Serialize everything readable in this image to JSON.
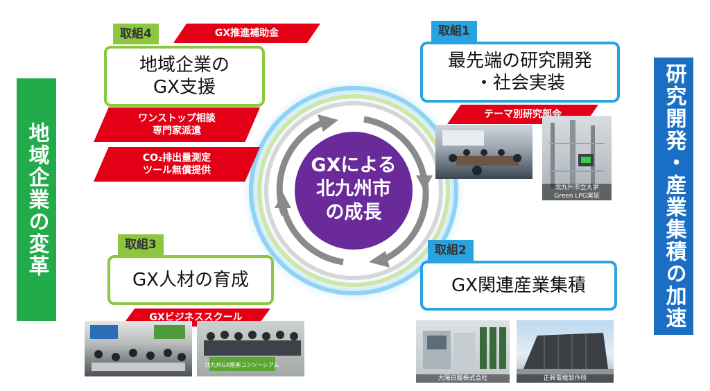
{
  "left_band": {
    "text": "地域企業の変革"
  },
  "right_band": {
    "text": "研究開発・産業集積の加速"
  },
  "center": {
    "line1": "GXによる",
    "line2": "北九州市",
    "line3": "の成長"
  },
  "initiative4": {
    "tag": "取組4",
    "title_line1": "地域企業の",
    "title_line2": "GX支援",
    "ribbon": "GX推進補助金",
    "ribbon2_line1": "ワンストップ相談",
    "ribbon2_line2": "専門家派遣",
    "ribbon3_line1": "CO₂排出量測定",
    "ribbon3_line2": "ツール無償提供"
  },
  "initiative1": {
    "tag": "取組1",
    "title_line1": "最先端の研究開発",
    "title_line2": "・社会実装",
    "ribbon": "テーマ別研究部会",
    "photo2_caption_line1": "北九州市立大学",
    "photo2_caption_line2": "Green LPG実証"
  },
  "initiative3": {
    "tag": "取組3",
    "title": "GX人材の育成",
    "ribbon": "GXビジネススクール",
    "photo2_banner": "北九州GX推進コンソーシアム"
  },
  "initiative2": {
    "tag": "取組2",
    "title": "GX関連産業集積",
    "photo1_caption": "大陽日酸株式会社",
    "photo2_caption": "正興電機製作所"
  },
  "colors": {
    "green": "#8dc63f",
    "band_green": "#22ab4a",
    "blue": "#29a3e0",
    "band_blue": "#1a6fc4",
    "red": "#e30016",
    "purple": "#6a2a9a"
  }
}
